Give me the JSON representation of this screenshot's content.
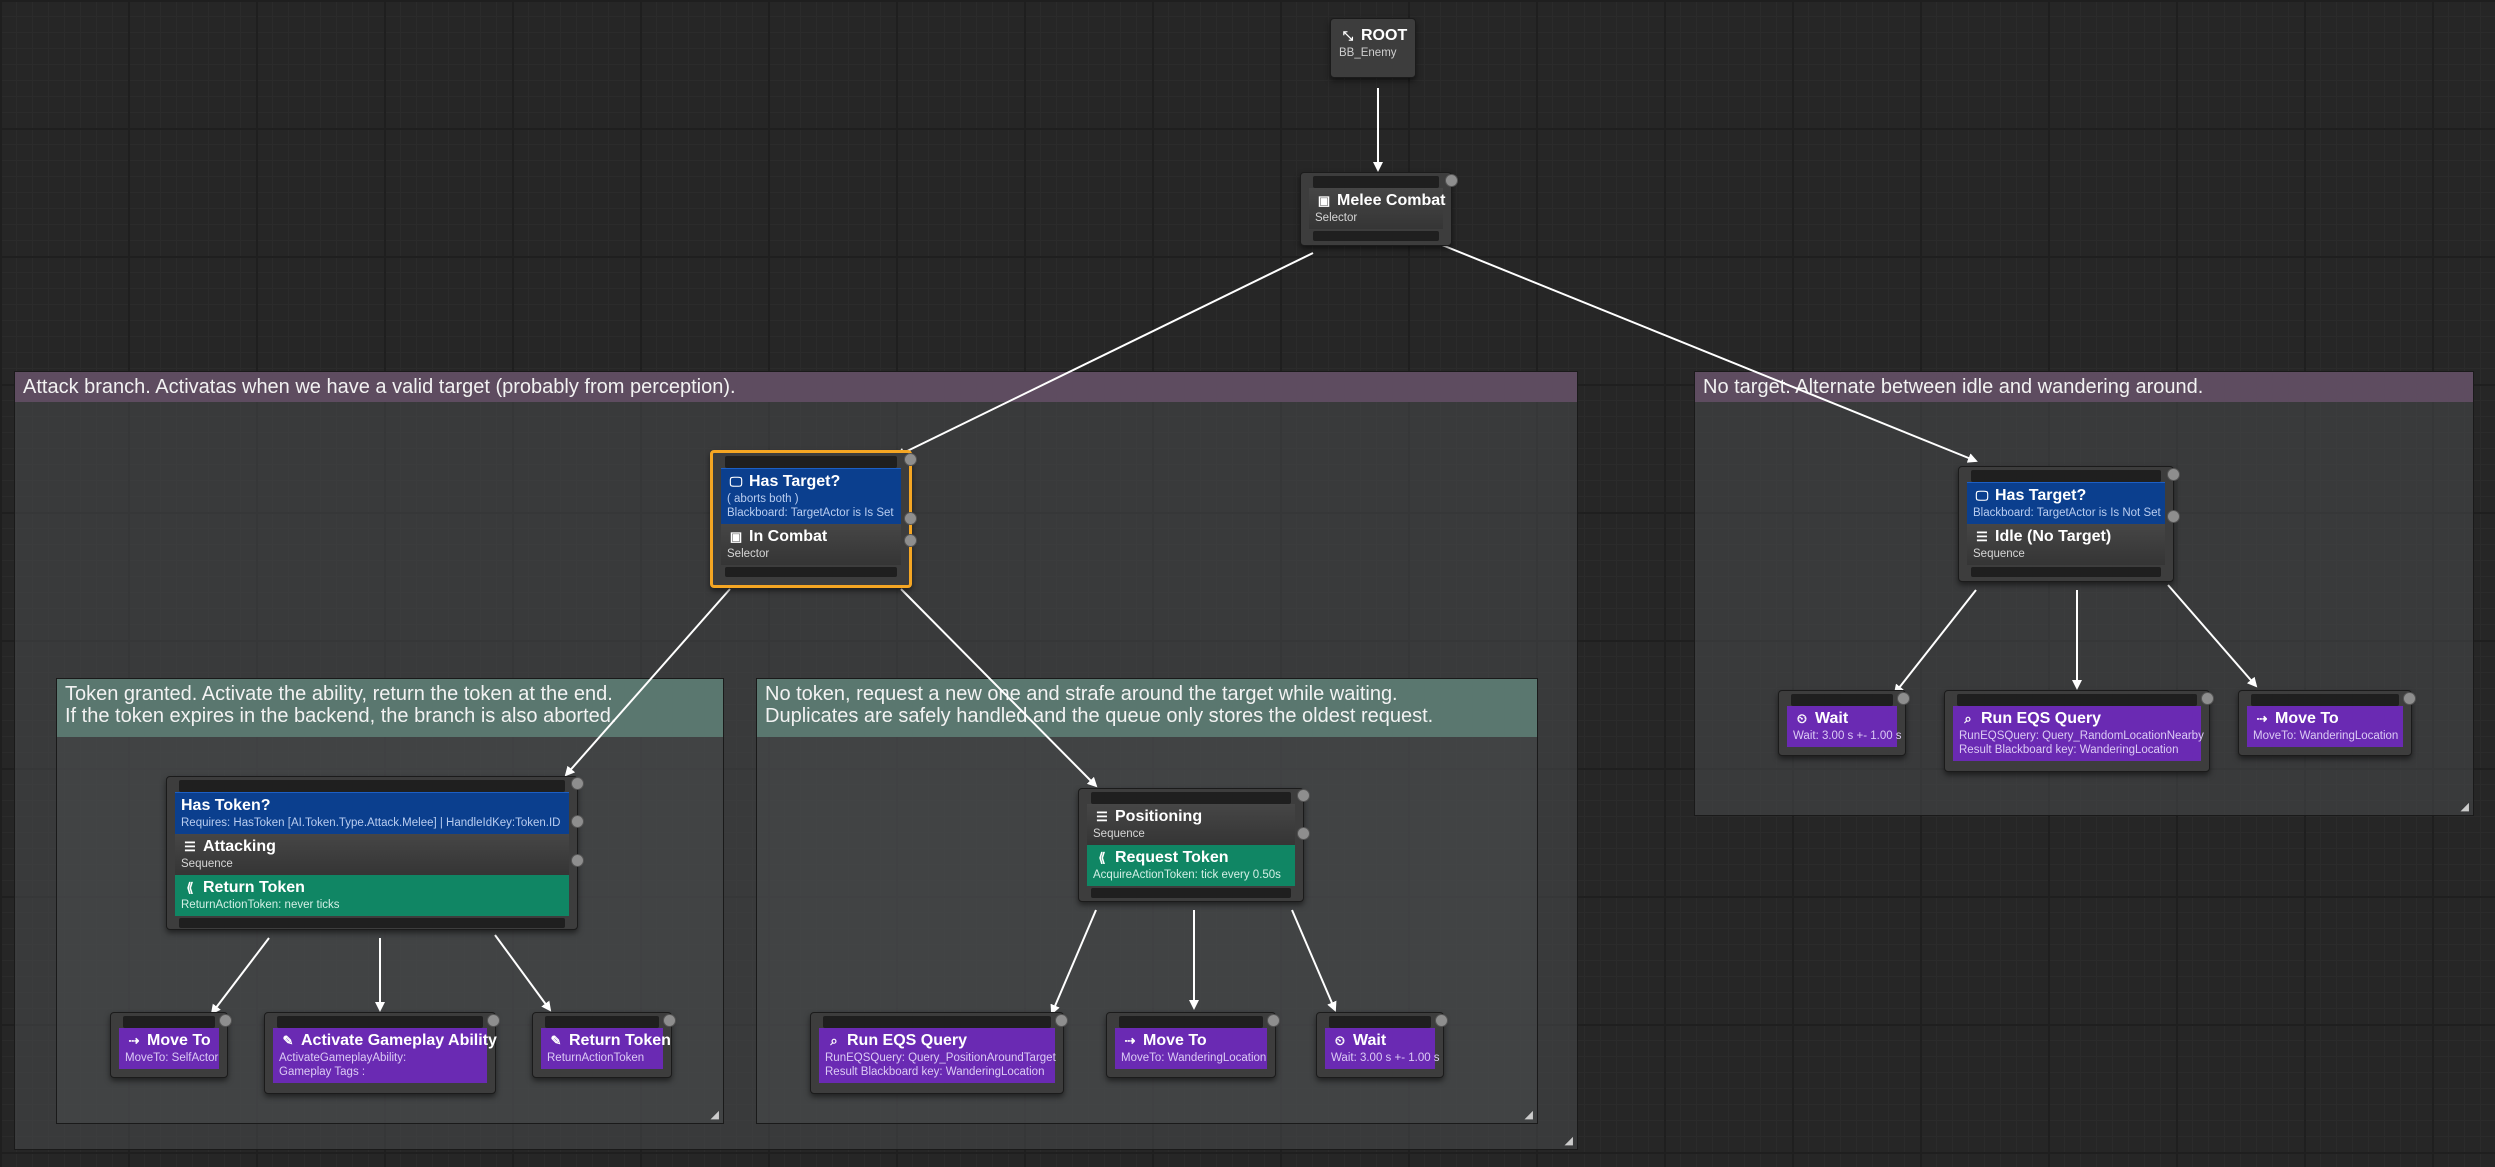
{
  "comments": {
    "attack": "Attack branch. Activatas when we have a valid target (probably from perception).",
    "no_target": "No target. Alternate between idle and wandering around.",
    "token_granted": "Token granted. Activate the ability, return the token at the end.\nIf the token expires in the backend, the branch is also aborted.",
    "no_token": "No token, request a new one and strafe around the target while waiting.\nDuplicates are safely handled and the queue only stores the oldest request."
  },
  "icons": {
    "root": "root-icon",
    "selector": "selector-icon",
    "sequence": "sequence-icon",
    "blackboard": "blackboard-decorator-icon",
    "service": "token-service-icon",
    "move": "move-to-icon",
    "wait": "wait-icon",
    "eqs": "eqs-query-icon",
    "ability": "gameplay-ability-icon"
  },
  "nodes": {
    "root": {
      "title": "ROOT",
      "subtitle": "BB_Enemy"
    },
    "melee": {
      "title": "Melee Combat",
      "subtitle": "Selector"
    },
    "in_combat": {
      "decorator_title": "Has Target?",
      "decorator_line1": "( aborts both )",
      "decorator_line2": "Blackboard: TargetActor is Is Set",
      "title": "In Combat",
      "subtitle": "Selector"
    },
    "idle": {
      "decorator_title": "Has Target?",
      "decorator_line1": "Blackboard: TargetActor is Is Not Set",
      "title": "Idle (No Target)",
      "subtitle": "Sequence"
    },
    "attacking": {
      "decorator_title": "Has Token?",
      "decorator_line1": "Requires: HasToken [AI.Token.Type.Attack.Melee] | HandleIdKey:Token.ID",
      "title": "Attacking",
      "subtitle": "Sequence",
      "service_title": "Return Token",
      "service_line1": "ReturnActionToken: never ticks"
    },
    "positioning": {
      "title": "Positioning",
      "subtitle": "Sequence",
      "service_title": "Request Token",
      "service_line1": "AcquireActionToken: tick every 0.50s"
    },
    "attack_move": {
      "title": "Move To",
      "line1": "MoveTo: SelfActor"
    },
    "activate_ability": {
      "title": "Activate Gameplay Ability",
      "line1": "ActivateGameplayAbility:",
      "line2": "Gameplay Tags :"
    },
    "return_token": {
      "title": "Return Token",
      "line1": "ReturnActionToken"
    },
    "pos_eqs": {
      "title": "Run EQS Query",
      "line1": "RunEQSQuery: Query_PositionAroundTarget",
      "line2": "Result Blackboard key: WanderingLocation"
    },
    "pos_move": {
      "title": "Move To",
      "line1": "MoveTo: WanderingLocation"
    },
    "pos_wait": {
      "title": "Wait",
      "line1": "Wait: 3.00 s +- 1.00 s"
    },
    "idle_wait": {
      "title": "Wait",
      "line1": "Wait: 3.00 s +- 1.00 s"
    },
    "idle_eqs": {
      "title": "Run EQS Query",
      "line1": "RunEQSQuery: Query_RandomLocationNearby",
      "line2": "Result Blackboard key: WanderingLocation"
    },
    "idle_move": {
      "title": "Move To",
      "line1": "MoveTo: WanderingLocation"
    }
  }
}
